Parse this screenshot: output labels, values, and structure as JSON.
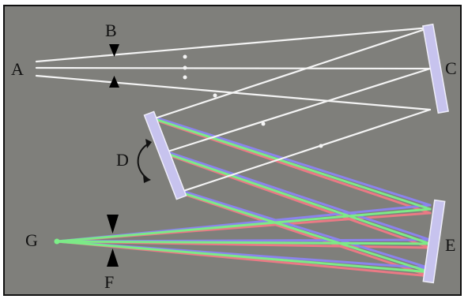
{
  "labels": {
    "a": "A",
    "b": "B",
    "c": "C",
    "d": "D",
    "e": "E",
    "f": "F",
    "g": "G"
  },
  "colors": {
    "background": "#7f7f7b",
    "beam_white": "#f4f4f4",
    "beam_blue": "#8c84f4",
    "beam_green": "#7cf088",
    "beam_red": "#f07a86",
    "mirror_fill": "#c7c3ee",
    "mirror_stroke": "#efeefa",
    "slit": "#000000",
    "label": "#111111"
  },
  "icons": {
    "entrance_slit": "slit-jaws-icon",
    "exit_slit": "slit-jaws-icon",
    "grating_rotation": "curved-rotation-arrow-icon"
  }
}
